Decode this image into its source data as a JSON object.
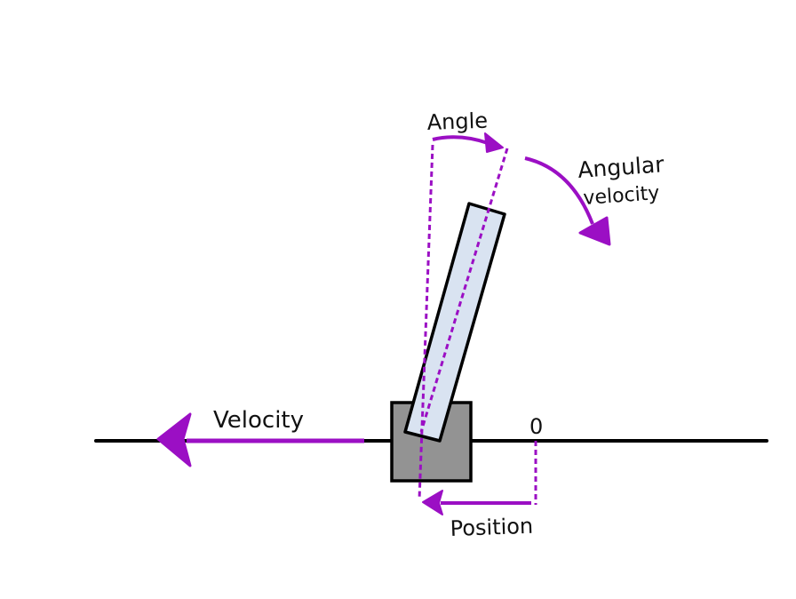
{
  "labels": {
    "angle": "Angle",
    "angular_velocity_line1": "Angular",
    "angular_velocity_line2": "velocity",
    "velocity": "Velocity",
    "position": "Position",
    "zero": "0"
  },
  "colors": {
    "accent": "#9b0fc4",
    "pole_fill": "#d9e3f1",
    "cart_fill": "#939393",
    "stroke": "#000000",
    "background": "#ffffff"
  }
}
